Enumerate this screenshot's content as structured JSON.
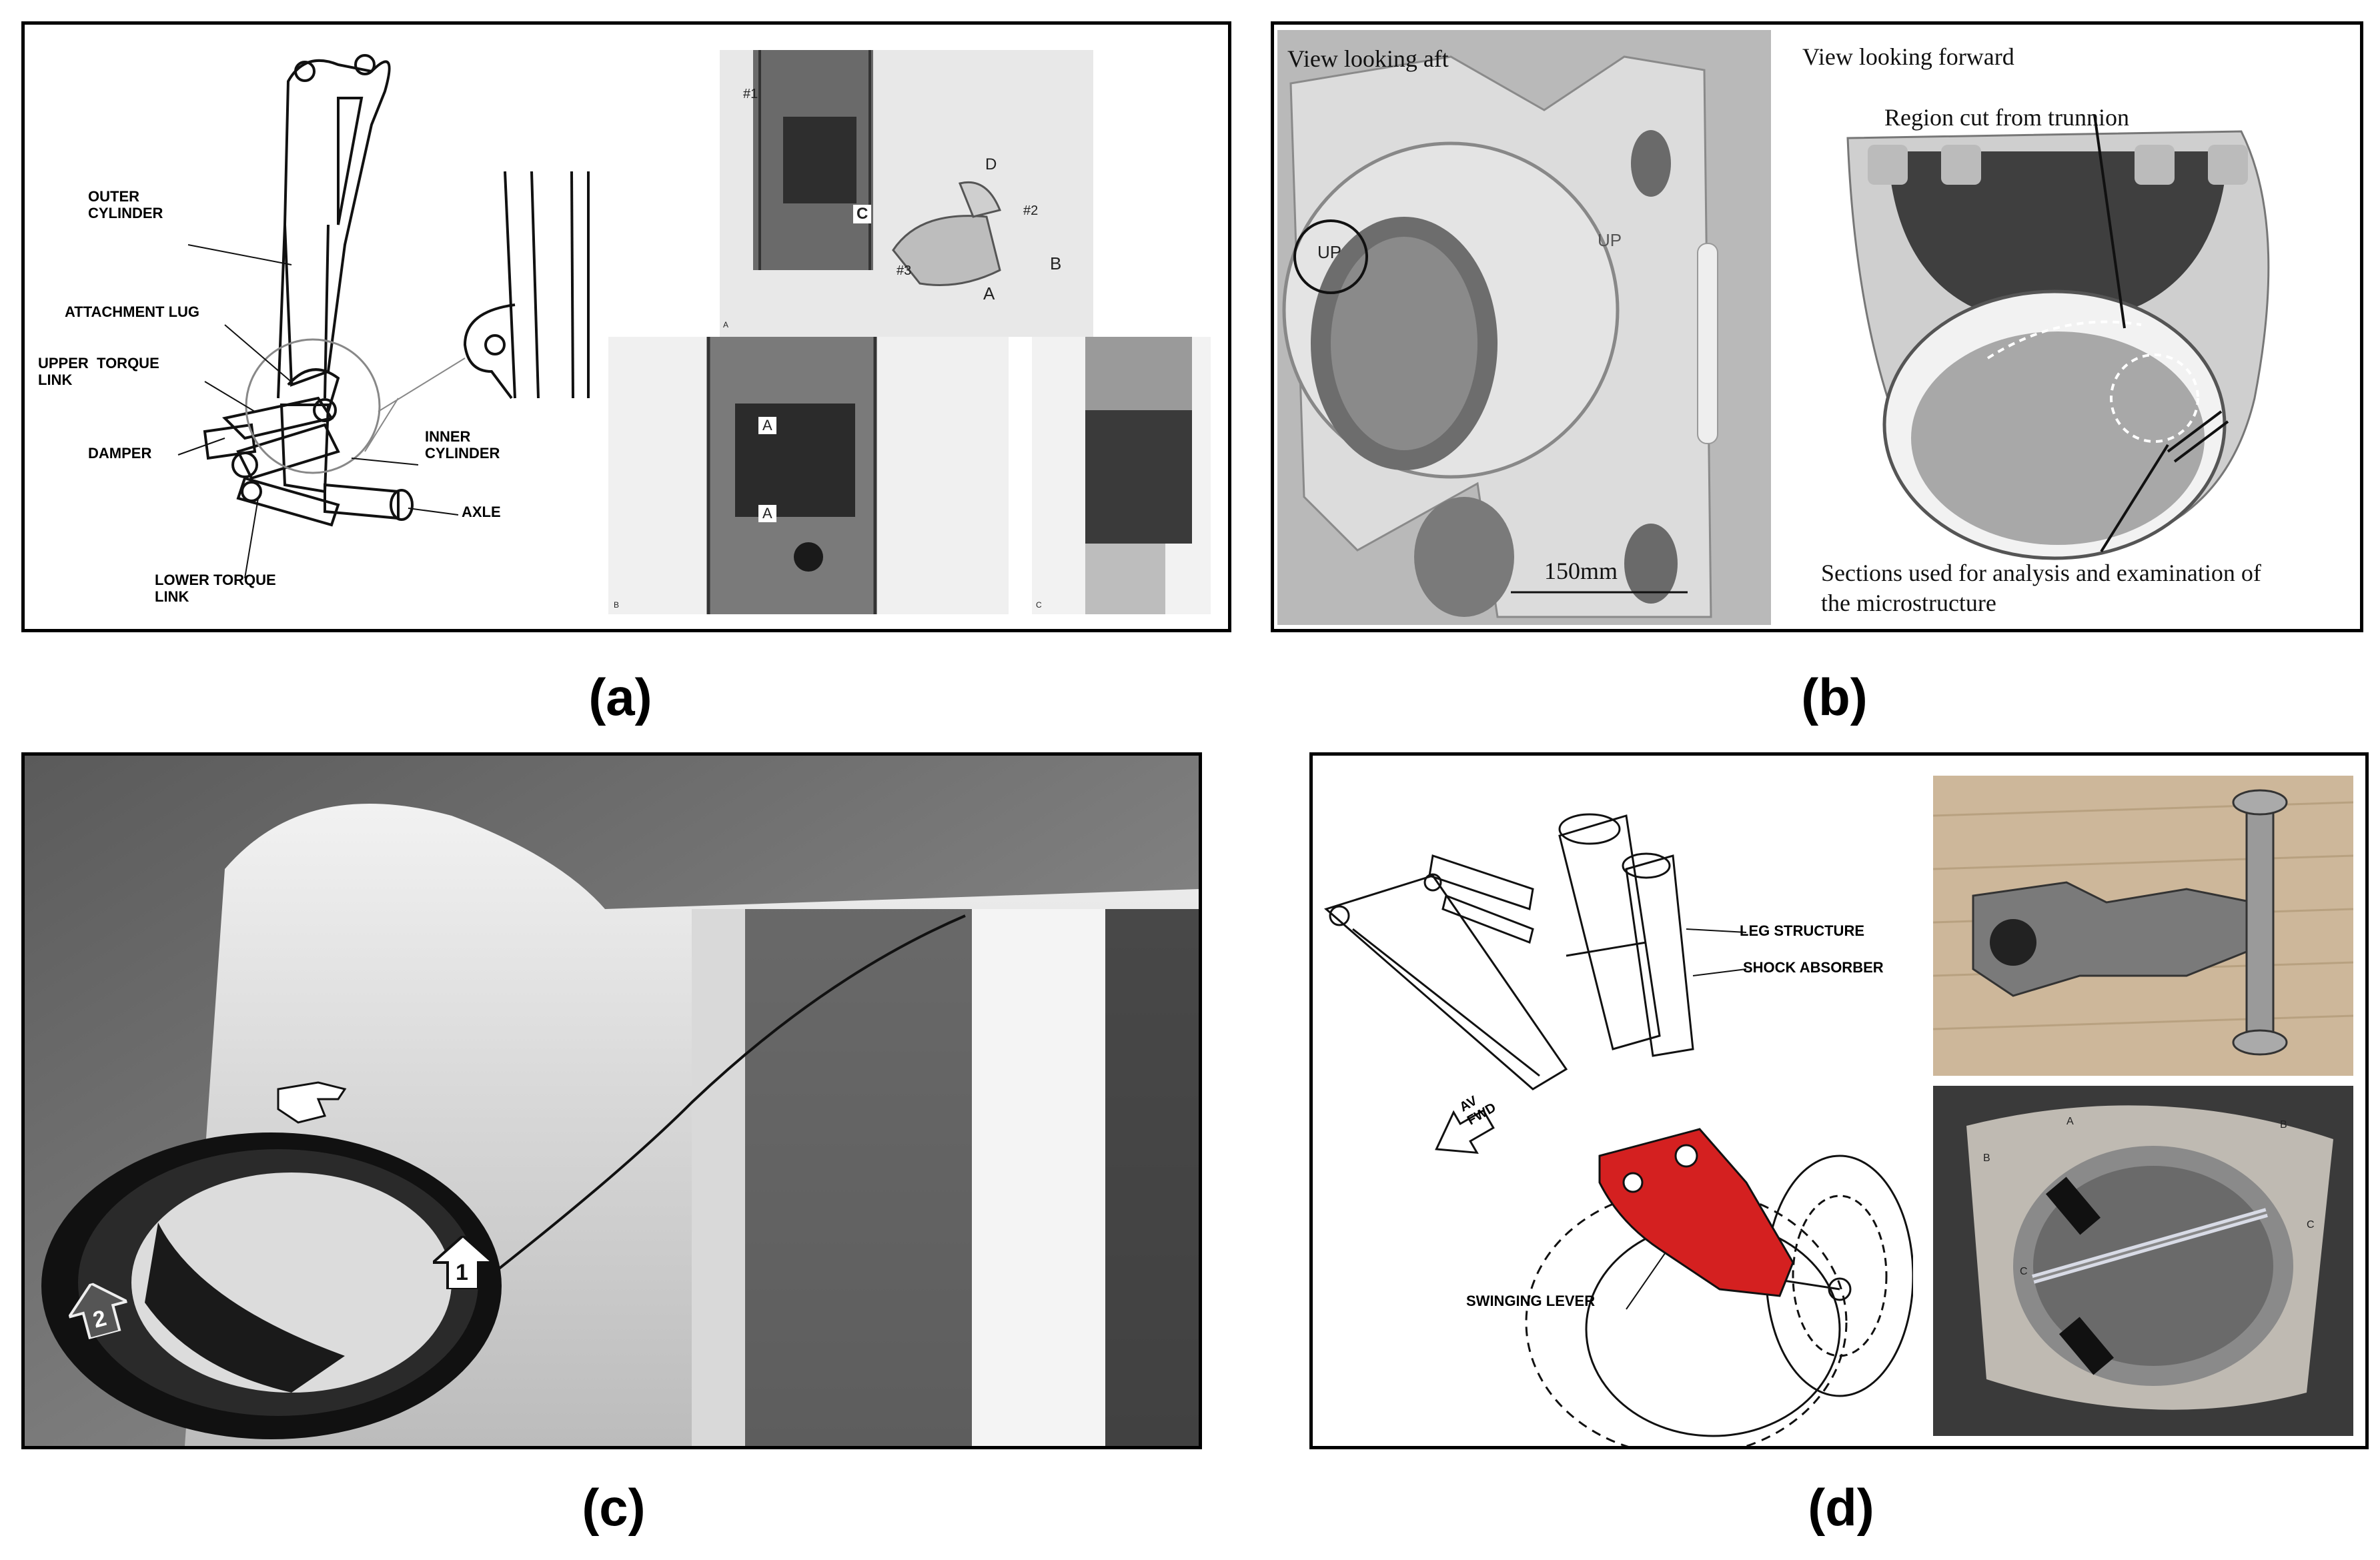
{
  "panel_a": {
    "caption": "(a)",
    "labels": {
      "outer_cylinder": "OUTER\nCYLINDER",
      "attachment_lug": "ATTACHMENT LUG",
      "upper_torque_link": "UPPER  TORQUE\nLINK",
      "damper": "DAMPER",
      "inner_cylinder": "INNER\nCYLINDER",
      "axle": "AXLE",
      "lower_torque_link": "LOWER TORQUE\nLINK"
    },
    "photo_tags": {
      "p1": "#1",
      "p2": "#2",
      "p3": "#3",
      "c": "C",
      "d": "D",
      "a": "A",
      "b": "B",
      "sub_a": "A",
      "sub_b": "B",
      "sub_c": "C",
      "mark1": "A",
      "mark2": "A"
    }
  },
  "panel_b": {
    "caption": "(b)",
    "left_title": "View looking aft",
    "right_title": "View looking forward",
    "region_label": "Region cut from trunnion",
    "sections_label": "Sections used for analysis and examination of\nthe microstructure",
    "scale_label": "150mm",
    "up_mark": "UP",
    "up_mark2": "UP"
  },
  "panel_c": {
    "caption": "(c)",
    "arrow1": "1",
    "arrow2": "2"
  },
  "panel_d": {
    "caption": "(d)",
    "leg_structure": "LEG STRUCTURE",
    "shock_absorber": "SHOCK ABSORBER",
    "swinging_lever": "SWINGING LEVER",
    "fwd_label": "AV\nFWD",
    "photo_tags": {
      "a": "A",
      "b": "B",
      "c": "C",
      "c2": "C",
      "b2": "B"
    }
  },
  "colors": {
    "highlight_red": "#d42020",
    "border": "#000000"
  }
}
